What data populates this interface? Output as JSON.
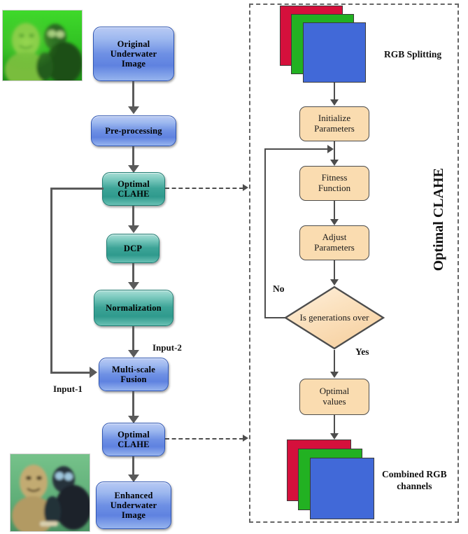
{
  "figure": {
    "title": "Optimal CLAHE underwater image enhancement flowchart",
    "colors": {
      "blue_node": "#6e90e4",
      "teal_node": "#3da497",
      "orange_node": "#fadcb0",
      "connector": "#5a5a5a",
      "dashed_border": "#666666",
      "channel_red": "#d5103c",
      "channel_green": "#22b122",
      "channel_blue": "#4169d8"
    }
  },
  "left_pipeline": {
    "nodes": [
      {
        "id": "original",
        "label": "Original\nUnderwater\nImage",
        "lines": [
          "Original",
          "Underwater",
          "Image"
        ],
        "style": "blue"
      },
      {
        "id": "preproc",
        "label": "Pre-processing",
        "lines": [
          "Pre-processing"
        ],
        "style": "blue"
      },
      {
        "id": "clahe1",
        "label": "Optimal\nCLAHE",
        "lines": [
          "Optimal",
          "CLAHE"
        ],
        "style": "teal"
      },
      {
        "id": "dcp",
        "label": "DCP",
        "lines": [
          "DCP"
        ],
        "style": "teal"
      },
      {
        "id": "norm",
        "label": "Normalization",
        "lines": [
          "Normalization"
        ],
        "style": "teal"
      },
      {
        "id": "fusion",
        "label": "Multi-scale\nFusion",
        "lines": [
          "Multi-scale",
          "Fusion"
        ],
        "style": "blue"
      },
      {
        "id": "clahe2",
        "label": "Optimal\nCLAHE",
        "lines": [
          "Optimal",
          "CLAHE"
        ],
        "style": "blue"
      },
      {
        "id": "enhanced",
        "label": "Enhanced\nUnderwater\nImage",
        "lines": [
          "Enhanced",
          "Underwater",
          "Image"
        ],
        "style": "blue"
      }
    ],
    "edge_labels": {
      "input1": "Input-1",
      "input2": "Input-2"
    },
    "photos": {
      "input_caption": "Original underwater photo (green cast)",
      "output_caption": "Enhanced underwater photo"
    }
  },
  "right_panel": {
    "panel_label": "Optimal CLAHE",
    "top_stack_label": "RGB Splitting",
    "bottom_stack_label": "Combined RGB\nchannels",
    "bottom_stack_lines": [
      "Combined RGB",
      "channels"
    ],
    "nodes": [
      {
        "id": "init",
        "label": "Initialize\nParameters",
        "lines": [
          "Initialize",
          "Parameters"
        ],
        "shape": "process"
      },
      {
        "id": "fitness",
        "label": "Fitness\nFunction",
        "lines": [
          "Fitness",
          "Function"
        ],
        "shape": "process"
      },
      {
        "id": "adjust",
        "label": "Adjust\nParameters",
        "lines": [
          "Adjust",
          "Parameters"
        ],
        "shape": "process"
      },
      {
        "id": "decision",
        "label": "Is generations\nover",
        "lines": [
          "Is generations",
          "over"
        ],
        "shape": "decision"
      },
      {
        "id": "optimal",
        "label": "Optimal\nvalues",
        "lines": [
          "Optimal",
          "values"
        ],
        "shape": "process"
      }
    ],
    "branch_labels": {
      "no": "No",
      "yes": "Yes"
    },
    "channels": [
      "R",
      "G",
      "B"
    ]
  }
}
